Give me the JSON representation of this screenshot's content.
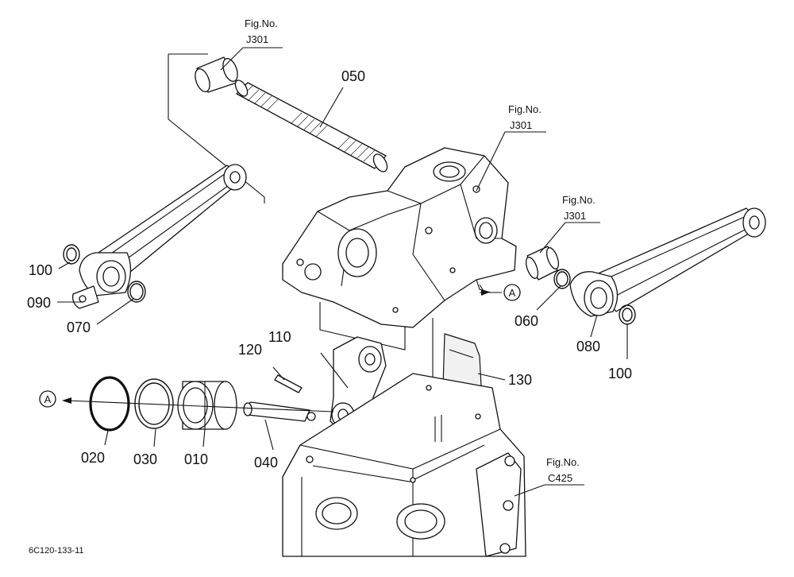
{
  "parts": {
    "p050": "050",
    "p100a": "100",
    "p090": "090",
    "p070": "070",
    "p060": "060",
    "p080": "080",
    "p100b": "100",
    "p110": "110",
    "p120": "120",
    "p130": "130",
    "p020": "020",
    "p030": "030",
    "p010": "010",
    "p040": "040"
  },
  "refs": {
    "r1": {
      "fig": "Fig.No.",
      "num": "J301"
    },
    "r2": {
      "fig": "Fig.No.",
      "num": "J301"
    },
    "r3": {
      "fig": "Fig.No.",
      "num": "J301"
    },
    "r4": {
      "fig": "Fig.No.",
      "num": "C425"
    }
  },
  "markers": {
    "a1": "A",
    "a2": "A"
  },
  "drawing_code": "6C120-133-11"
}
